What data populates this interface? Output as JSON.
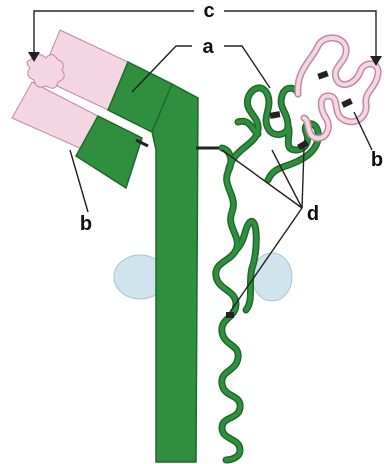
{
  "diagram": {
    "labels": {
      "a": "a",
      "b_left": "b",
      "b_right": "b",
      "c": "c",
      "d": "d"
    },
    "colors": {
      "heavy_chain": "#2f8f3e",
      "heavy_chain_outline": "#1e6a2a",
      "light_chain": "#f3d6e2",
      "light_chain_outline": "#c08aa0",
      "carbohydrate": "#cfe4ec",
      "disulfide": "#222222",
      "line": "#222222",
      "background": "#ffffff"
    }
  }
}
